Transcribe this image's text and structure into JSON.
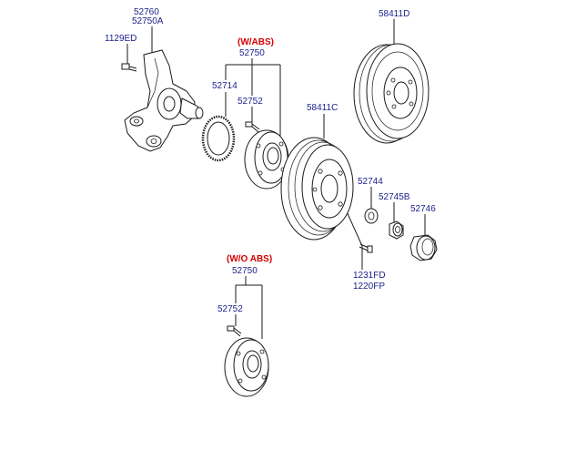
{
  "colors": {
    "part_number": "#1b1f8a",
    "variant_note": "#d40000",
    "line": "#1a1a1a",
    "background": "#ffffff"
  },
  "labels": {
    "knuckle_a": "52760",
    "knuckle_b": "52750A",
    "bolt_knuckle": "1129ED",
    "w_abs_note": "(W/ABS)",
    "hub_abs": "52750",
    "tone_ring": "52714",
    "hub_bolt_abs": "52752",
    "drum": "58411C",
    "disc": "58411D",
    "washer": "52744",
    "nut": "52745B",
    "cap": "52746",
    "bolt_drum_a": "1231FD",
    "bolt_drum_b": "1220FP",
    "wo_abs_note": "(W/O ABS)",
    "hub_noabs": "52750",
    "hub_bolt_noabs": "52752"
  }
}
